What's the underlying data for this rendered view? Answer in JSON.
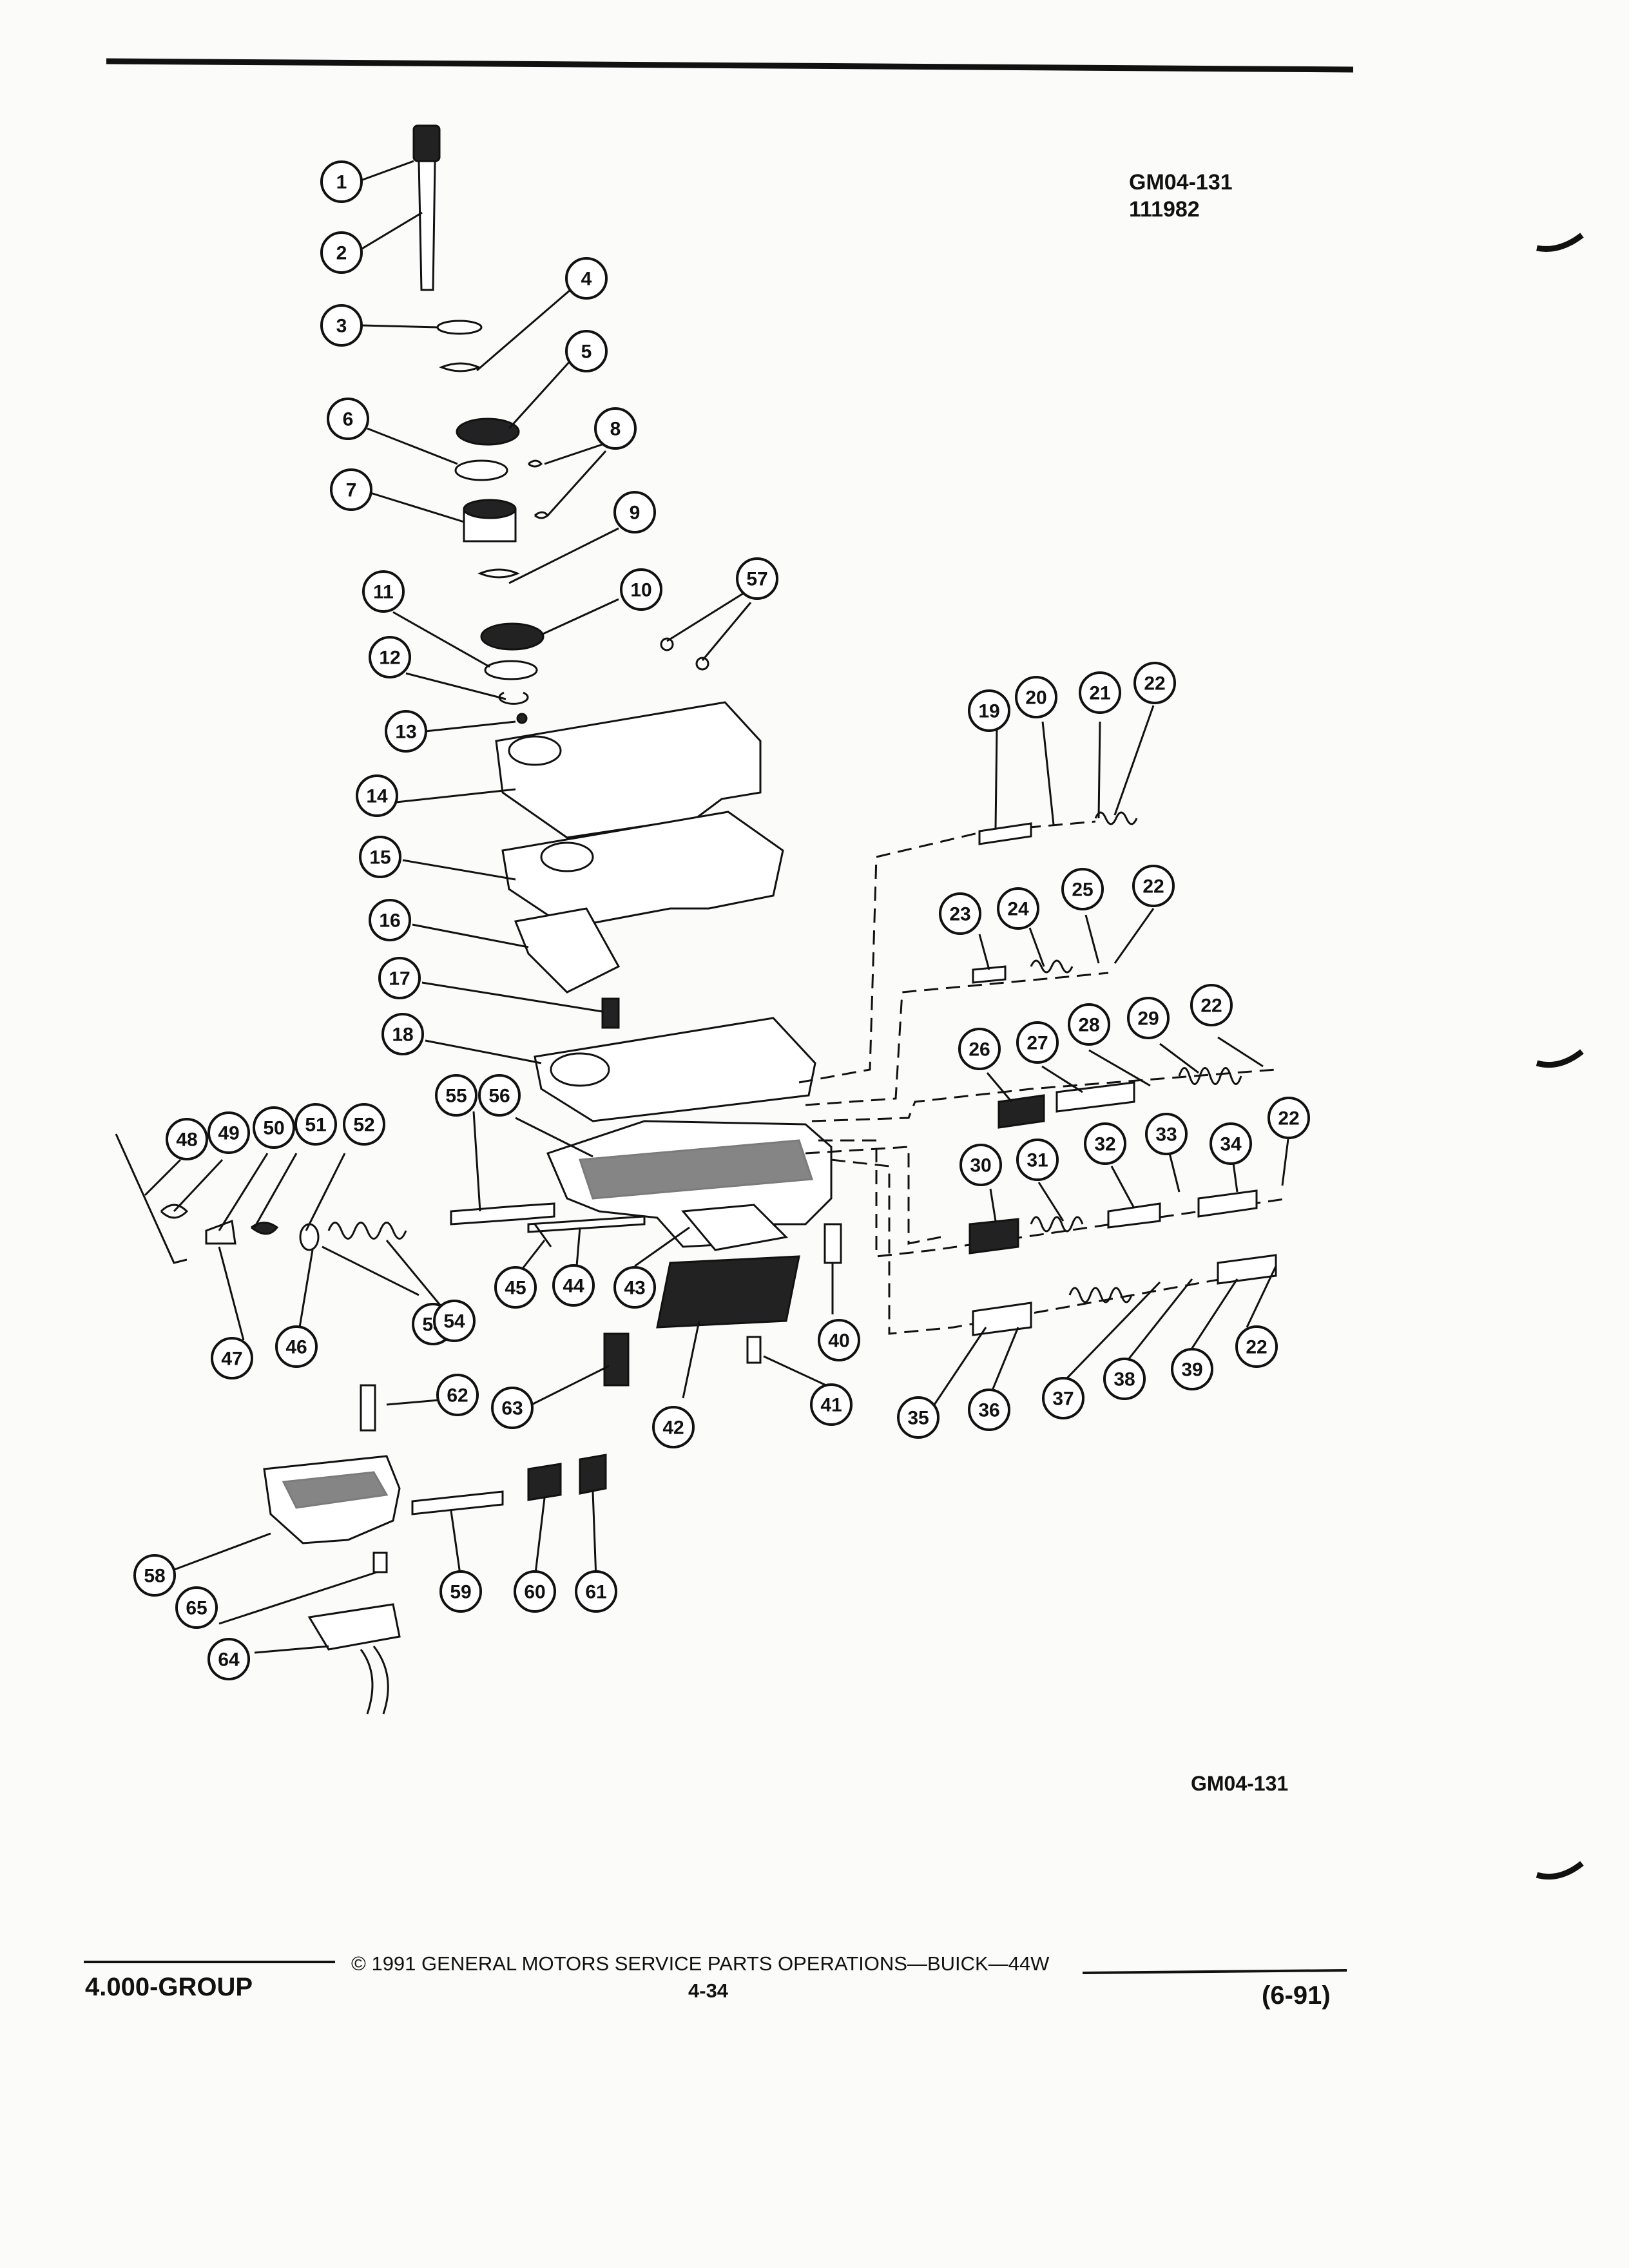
{
  "figure_code": "GM04-131",
  "figure_date": "111982",
  "figure_code_bottom": "GM04-131",
  "footer": {
    "group": "4.000-GROUP",
    "copyright": "© 1991 GENERAL MOTORS SERVICE PARTS OPERATIONS—BUICK—44W",
    "page": "4-34",
    "revision": "(6-91)"
  },
  "callouts": [
    "1",
    "2",
    "3",
    "4",
    "5",
    "6",
    "7",
    "8",
    "9",
    "10",
    "11",
    "12",
    "13",
    "14",
    "15",
    "16",
    "17",
    "18",
    "19",
    "20",
    "21",
    "22",
    "23",
    "24",
    "25",
    "26",
    "27",
    "28",
    "29",
    "30",
    "31",
    "32",
    "33",
    "34",
    "35",
    "36",
    "37",
    "38",
    "39",
    "40",
    "41",
    "42",
    "43",
    "44",
    "45",
    "46",
    "47",
    "48",
    "49",
    "50",
    "51",
    "52",
    "53",
    "54",
    "55",
    "56",
    "57",
    "58",
    "59",
    "60",
    "61",
    "62",
    "63",
    "64",
    "65"
  ]
}
